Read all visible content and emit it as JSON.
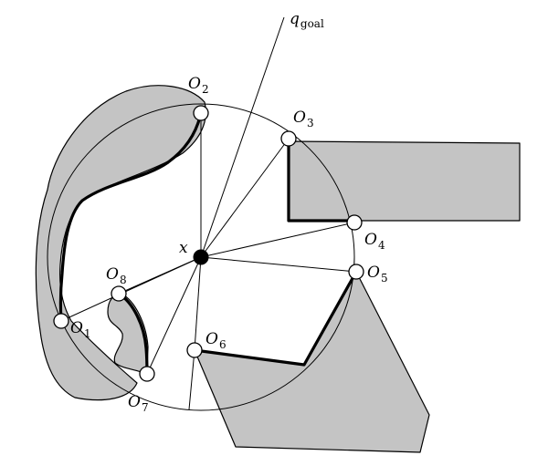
{
  "diagram": {
    "center_label": "x",
    "goal_label": {
      "main": "q",
      "sub": "goal"
    },
    "nodes": [
      {
        "id": "o1",
        "main": "O",
        "sub": "1"
      },
      {
        "id": "o2",
        "main": "O",
        "sub": "2"
      },
      {
        "id": "o3",
        "main": "O",
        "sub": "3"
      },
      {
        "id": "o4",
        "main": "O",
        "sub": "4"
      },
      {
        "id": "o5",
        "main": "O",
        "sub": "5"
      },
      {
        "id": "o6",
        "main": "O",
        "sub": "6"
      },
      {
        "id": "o7",
        "main": "O",
        "sub": "7"
      },
      {
        "id": "o8",
        "main": "O",
        "sub": "8"
      }
    ]
  }
}
